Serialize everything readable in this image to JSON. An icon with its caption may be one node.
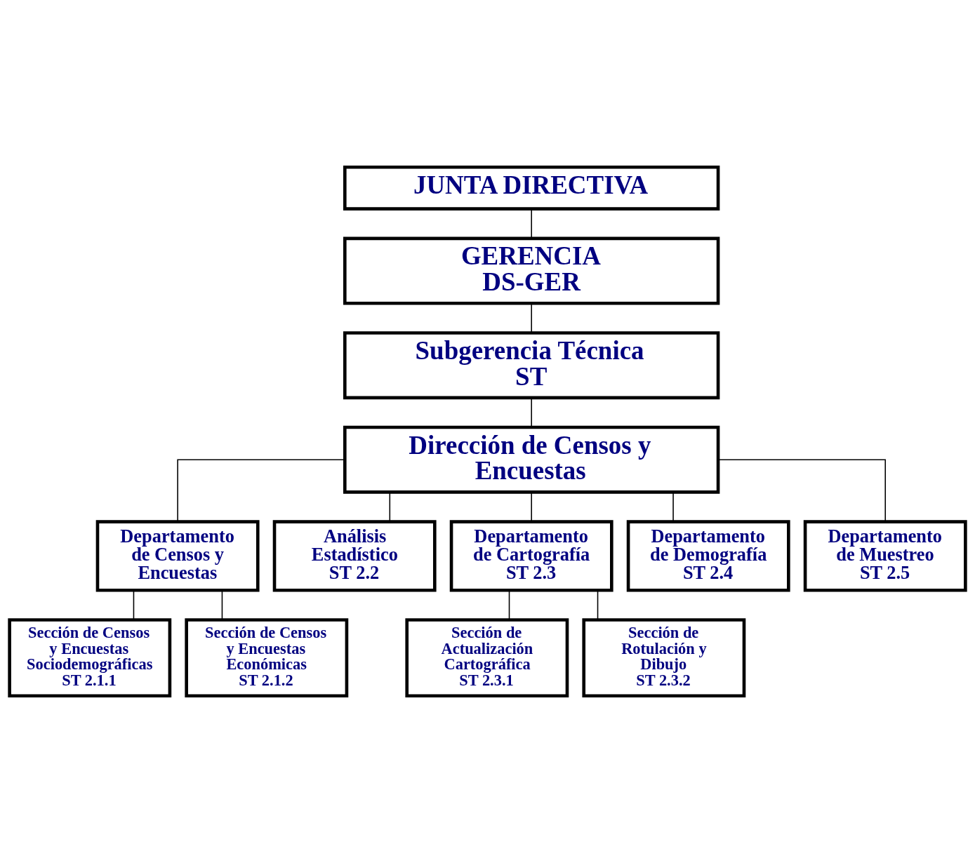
{
  "diagram": {
    "nodes": [
      {
        "text": [
          "JUNTA DIRECTIVA"
        ]
      },
      {
        "text": [
          "GERENCIA",
          "DS-GER"
        ]
      },
      {
        "text": [
          "Subgerencia Técnica",
          "ST"
        ]
      },
      {
        "text": [
          "Dirección de Censos y Encuestas"
        ]
      },
      {
        "text": [
          "Departamento de Censos y Encuestas"
        ]
      },
      {
        "text": [
          "Análisis Estadístico",
          "ST 2.2"
        ]
      },
      {
        "text": [
          "Departamento de Cartografía",
          "ST 2.3"
        ]
      },
      {
        "text": [
          "Departamento de Demografía",
          "ST 2.4"
        ]
      },
      {
        "text": [
          "Departamento de Muestreo",
          "ST 2.5"
        ]
      },
      {
        "text": [
          "Sección de Censos y Encuestas Sociodemográficas",
          "ST 2.1.1"
        ]
      },
      {
        "text": [
          "Sección de Censos y Encuestas Económicas",
          "ST 2.1.2"
        ]
      },
      {
        "text": [
          "Sección de Actualización Cartográfica",
          "ST 2.3.1"
        ]
      },
      {
        "text": [
          "Sección de Rotulación y Dibujo",
          "ST 2.3.2"
        ]
      }
    ],
    "edges": [
      {
        "from": 0,
        "to": 1,
        "arrow": "none"
      },
      {
        "from": 1,
        "to": 2,
        "arrow": "none"
      },
      {
        "from": 2,
        "to": 3,
        "arrow": "none"
      },
      {
        "from": 3,
        "to": 4,
        "arrow": "none"
      },
      {
        "from": 3,
        "to": 5,
        "arrow": "none"
      },
      {
        "from": 3,
        "to": 6,
        "arrow": "none"
      },
      {
        "from": 3,
        "to": 7,
        "arrow": "none"
      },
      {
        "from": 3,
        "to": 8,
        "arrow": "none"
      },
      {
        "from": 4,
        "to": 9,
        "arrow": "none"
      },
      {
        "from": 4,
        "to": 10,
        "arrow": "none"
      },
      {
        "from": 6,
        "to": 11,
        "arrow": "none"
      },
      {
        "from": 6,
        "to": 12,
        "arrow": "none"
      }
    ]
  }
}
